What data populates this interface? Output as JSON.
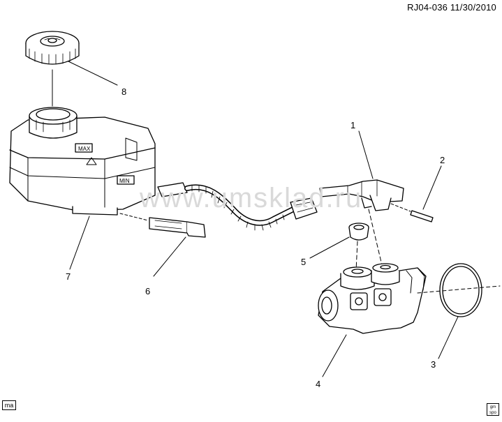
{
  "header": {
    "doc_id": "RJ04-036  11/30/2010"
  },
  "callouts": {
    "c1": "1",
    "c2": "2",
    "c3": "3",
    "c4": "4",
    "c5": "5",
    "c6": "6",
    "c7": "7",
    "c8": "8"
  },
  "reservoir": {
    "max_label": "MAX",
    "min_label": "MIN"
  },
  "watermark": "www.umsklad.ru",
  "corner_tag": "ma",
  "logo": {
    "line1": "gm",
    "line2": "spo"
  },
  "colors": {
    "ink": "#000000",
    "watermark": "#d9d9d9"
  }
}
